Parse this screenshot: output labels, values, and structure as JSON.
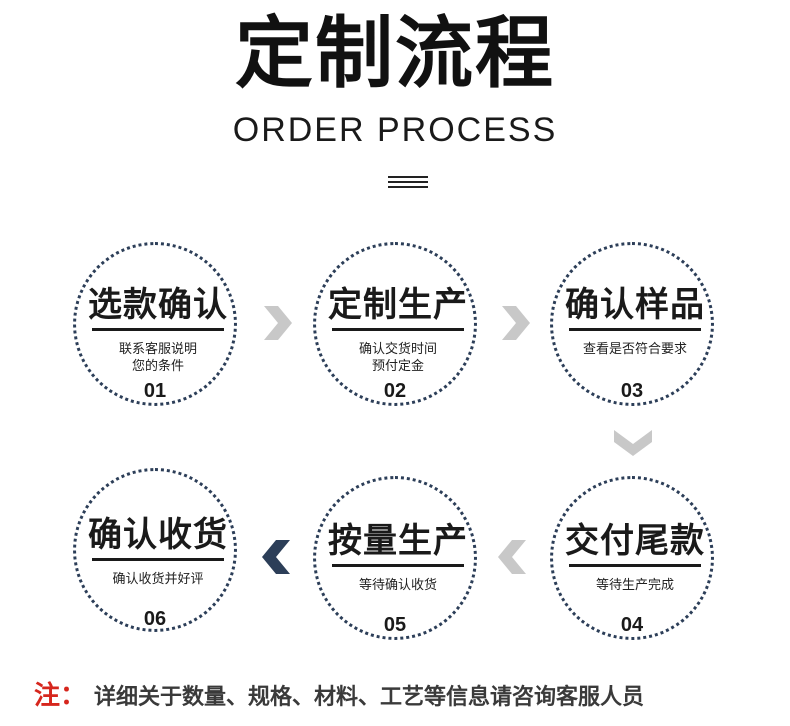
{
  "title": "定制流程",
  "subtitle": "ORDER PROCESS",
  "steps": [
    {
      "title": "选款确认",
      "desc": [
        "联系客服说明",
        "您的条件"
      ],
      "num": "01"
    },
    {
      "title": "定制生产",
      "desc": [
        "确认交货时间",
        "预付定金"
      ],
      "num": "02"
    },
    {
      "title": "确认样品",
      "desc": [
        "查看是否符合要求"
      ],
      "num": "03"
    },
    {
      "title": "交付尾款",
      "desc": [
        "等待生产完成"
      ],
      "num": "04"
    },
    {
      "title": "按量生产",
      "desc": [
        "等待确认收货"
      ],
      "num": "05"
    },
    {
      "title": "确认收货",
      "desc": [
        "确认收货并好评"
      ],
      "num": "06"
    }
  ],
  "note": {
    "label": "注：",
    "text": "详细关于数量、规格、材料、工艺等信息请咨询客服人员"
  },
  "colors": {
    "arrow_light": "#c8c8c8",
    "arrow_dark": "#2c3e58",
    "circle_border": "#2c3e58",
    "note_label": "#d6261d"
  },
  "icons": {
    "arrow_right": "chevron-right-icon",
    "arrow_down": "chevron-down-icon",
    "arrow_left": "chevron-left-icon"
  }
}
